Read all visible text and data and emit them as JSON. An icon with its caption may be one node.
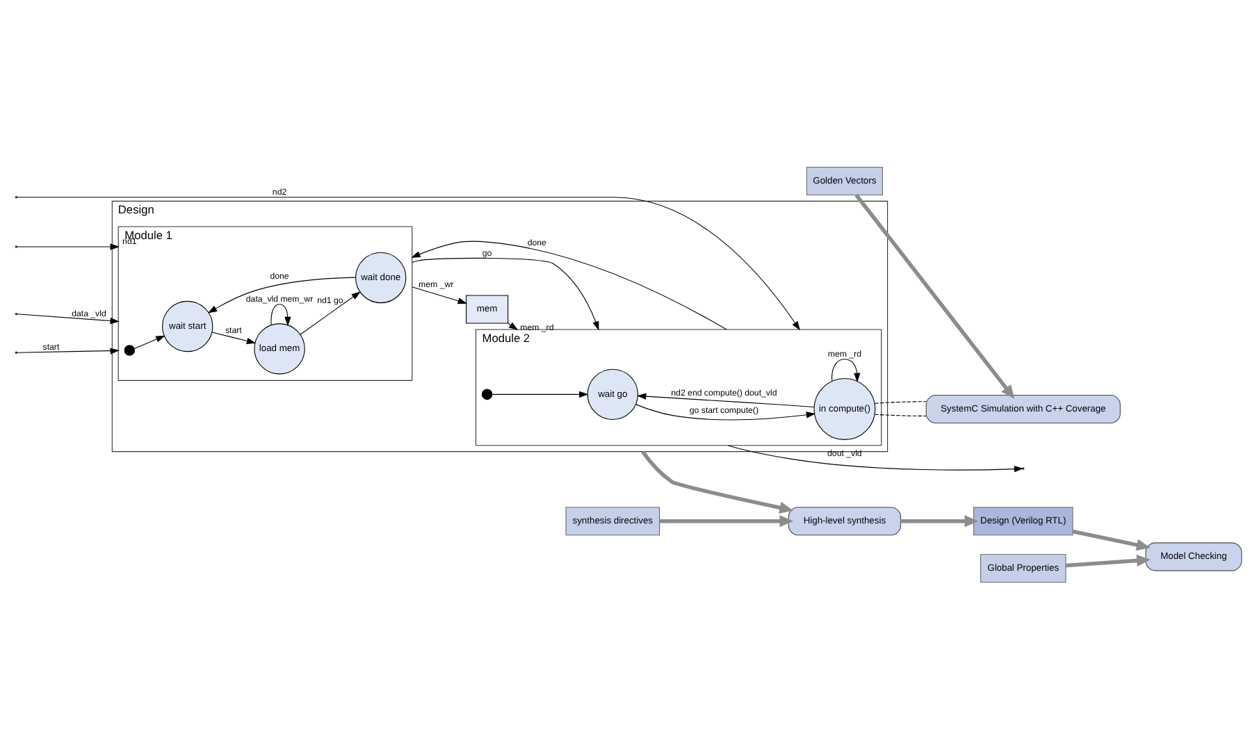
{
  "diagram": {
    "nodes": [
      {
        "text": [
          "Design"
        ]
      },
      {
        "text": [
          "Module 1"
        ],
        "in": 0
      },
      {
        "text": [],
        "shape": "circle",
        "in": 1
      },
      {
        "text": [
          "wait start"
        ],
        "in": 1
      },
      {
        "text": [
          "load mem"
        ],
        "in": 1
      },
      {
        "text": [
          "wait done"
        ],
        "in": 1
      },
      {
        "text": [
          "mem"
        ],
        "in": 0
      },
      {
        "text": [
          "Module 2"
        ],
        "in": 0
      },
      {
        "text": [],
        "shape": "circle",
        "in": 7
      },
      {
        "text": [
          "wait go"
        ],
        "in": 7
      },
      {
        "text": [
          "in compute()"
        ],
        "in": 7
      },
      {
        "text": [
          "synthesis directives"
        ]
      },
      {
        "text": [
          "High-level synthesis"
        ]
      },
      {
        "text": [
          "Design (Verilog RTL)"
        ]
      },
      {
        "text": [
          "Golden Vectors"
        ]
      },
      {
        "text": [
          "SystemC Simulation with C++ Coverage"
        ]
      },
      {
        "text": [
          "Global Properties"
        ]
      },
      {
        "text": [
          "Model Checking"
        ]
      }
    ],
    "edges": [
      {
        "from": null,
        "to": 1,
        "arrow": "to",
        "label": "start"
      },
      {
        "from": null,
        "to": 1,
        "arrow": "to",
        "label": "data _vld"
      },
      {
        "from": null,
        "to": 1,
        "arrow": "to",
        "label": "nd1"
      },
      {
        "from": null,
        "to": 7,
        "arrow": "to",
        "label": "nd2"
      },
      {
        "from": 1,
        "to": 6,
        "arrow": "to",
        "label": "mem _wr"
      },
      {
        "from": 6,
        "to": 7,
        "arrow": "to",
        "label": "mem _rd"
      },
      {
        "from": 1,
        "to": 7,
        "arrow": "to",
        "label": "go"
      },
      {
        "from": 7,
        "to": 1,
        "arrow": "to",
        "label": "done"
      },
      {
        "from": 7,
        "to": null,
        "arrow": "to",
        "label": "dout _vld"
      },
      {
        "from": 2,
        "to": 3,
        "arrow": "to"
      },
      {
        "from": 3,
        "to": 4,
        "arrow": "to",
        "label": "start"
      },
      {
        "from": 4,
        "to": 4,
        "arrow": "to",
        "label": "data_vld mem_wr"
      },
      {
        "from": 4,
        "to": 5,
        "arrow": "to",
        "label": "nd1 go"
      },
      {
        "from": 5,
        "to": 3,
        "arrow": "to",
        "label": "done"
      },
      {
        "from": 8,
        "to": 9,
        "arrow": "to"
      },
      {
        "from": 9,
        "to": 10,
        "arrow": "to",
        "label": "go start compute()"
      },
      {
        "from": 10,
        "to": 10,
        "arrow": "to",
        "label": "mem _rd"
      },
      {
        "from": 10,
        "to": 9,
        "arrow": "to",
        "label": "nd2 end compute() dout_vld"
      },
      {
        "from": 10,
        "to": 15,
        "arrow": "none",
        "style": "dashed"
      },
      {
        "from": 10,
        "to": 15,
        "arrow": "none",
        "style": "dashed"
      },
      {
        "from": 0,
        "to": 12,
        "arrow": "to",
        "style": "thick",
        "color": "#8c8c8c"
      },
      {
        "from": 11,
        "to": 12,
        "arrow": "to",
        "style": "thick",
        "color": "#8c8c8c"
      },
      {
        "from": 12,
        "to": 13,
        "arrow": "to",
        "style": "thick",
        "color": "#8c8c8c"
      },
      {
        "from": 13,
        "to": 17,
        "arrow": "to",
        "style": "thick",
        "color": "#8c8c8c"
      },
      {
        "from": 14,
        "to": 15,
        "arrow": "to",
        "style": "thick",
        "color": "#8c8c8c"
      },
      {
        "from": 16,
        "to": 17,
        "arrow": "to",
        "style": "thick",
        "color": "#8c8c8c"
      }
    ]
  }
}
